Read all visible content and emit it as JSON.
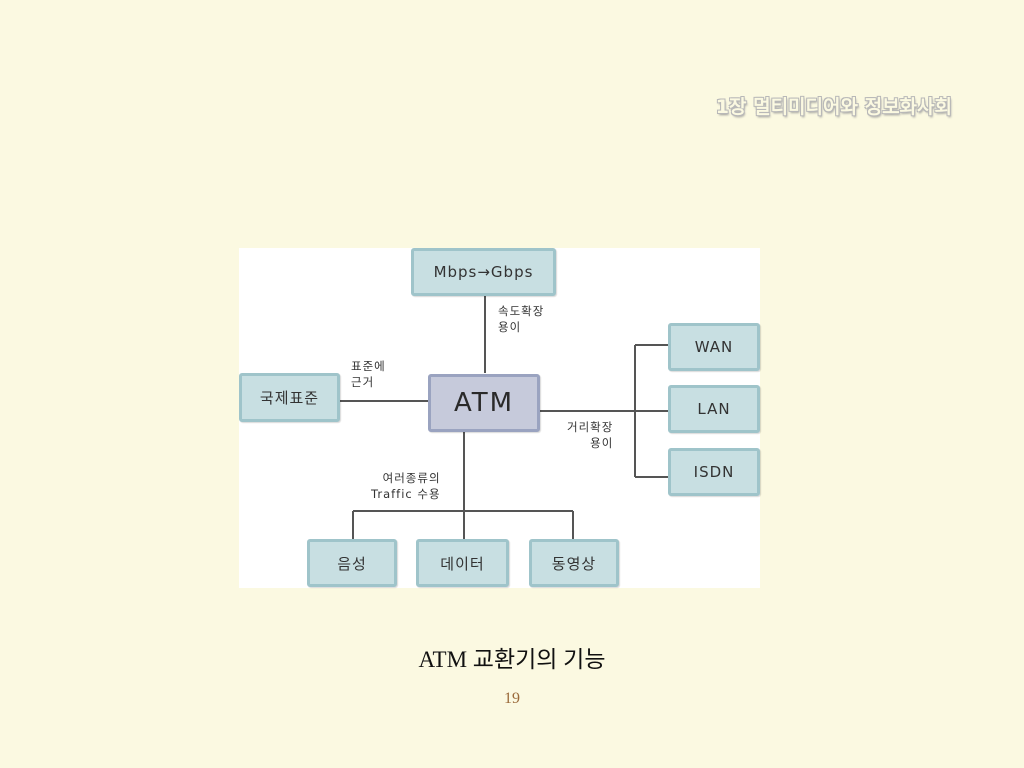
{
  "header": {
    "chapter_title": "1장  멀티미디어와 정보화사회"
  },
  "diagram": {
    "nodes": {
      "atm": "ATM",
      "speed": "Mbps→Gbps",
      "standard": "국제표준",
      "wan": "WAN",
      "lan": "LAN",
      "isdn": "ISDN",
      "voice": "음성",
      "data": "데이터",
      "video": "동영상"
    },
    "labels": {
      "speed_ext": [
        "속도확장",
        "용이"
      ],
      "standard_basis": [
        "표준에",
        "근거"
      ],
      "distance_ext": [
        "거리확장",
        "용이"
      ],
      "traffic": [
        "여러종류의",
        "Traffic 수용"
      ]
    }
  },
  "caption": "ATM 교환기의 기능",
  "page_number": "19"
}
